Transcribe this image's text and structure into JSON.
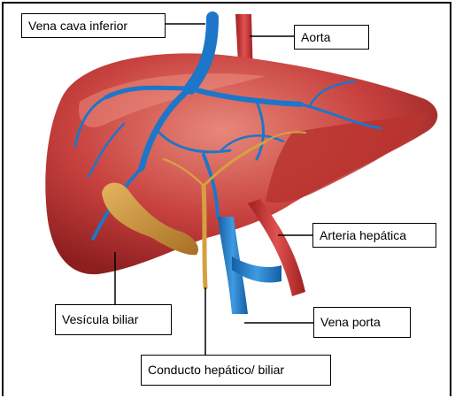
{
  "labels": {
    "vena_cava": "Vena cava inferior",
    "aorta": "Aorta",
    "arteria": "Arteria hepática",
    "vesicula": "Vesícula biliar",
    "vena_porta": "Vena porta",
    "conducto": "Conducto hepático/ biliar"
  },
  "colors": {
    "liver": "#c8423f",
    "liver_dark": "#8f1f1f",
    "liver_light": "#e37a6e",
    "vein": "#1e76c8",
    "vein_light": "#3f9be0",
    "artery": "#c22b2b",
    "gallbladder": "#c9903a",
    "duct": "#d6a040"
  },
  "icons": [
    "liver-illustration"
  ]
}
